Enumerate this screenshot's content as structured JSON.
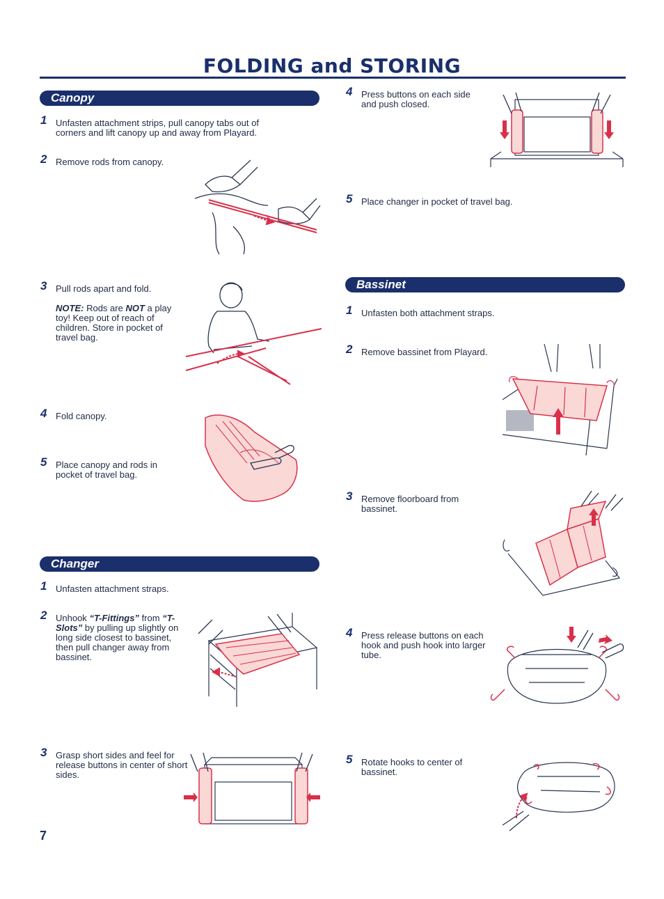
{
  "page": {
    "title": "FOLDING and STORING",
    "page_number": "7"
  },
  "canopy": {
    "heading": "Canopy",
    "steps": [
      {
        "num": "1",
        "text": "Unfasten attachment strips, pull canopy tabs out of corners and lift canopy up and away from Playard."
      },
      {
        "num": "2",
        "text": "Remove rods from canopy."
      },
      {
        "num": "3",
        "text": "Pull rods apart and fold."
      },
      {
        "num": "4",
        "text": "Fold canopy."
      },
      {
        "num": "5",
        "text": "Place canopy and rods in pocket of travel bag."
      }
    ],
    "note": {
      "label": "NOTE:",
      "text_a": "Rods are",
      "emph": "NOT",
      "text_b": "a play toy!  Keep out of reach of children.  Store in pocket of travel bag."
    }
  },
  "changer": {
    "heading": "Changer",
    "steps": [
      {
        "num": "1",
        "text": "Unfasten attachment straps."
      },
      {
        "num": "2",
        "pre": "Unhook",
        "tf": "“T-Fittings”",
        "mid": "from",
        "ts": "“T-Slots”",
        "post": "by pulling up slightly on long side closest to bassinet, then pull changer away from bassinet."
      },
      {
        "num": "3",
        "text": "Grasp short sides and feel for release buttons in center of short sides."
      },
      {
        "num": "4",
        "text": "Press buttons on each side and push closed."
      },
      {
        "num": "5",
        "text": "Place changer in pocket of travel bag."
      }
    ]
  },
  "bassinet": {
    "heading": "Bassinet",
    "steps": [
      {
        "num": "1",
        "text": "Unfasten both attachment straps."
      },
      {
        "num": "2",
        "text": "Remove bassinet from Playard."
      },
      {
        "num": "3",
        "text": "Remove floorboard from bassinet."
      },
      {
        "num": "4",
        "text": "Press release buttons on each hook and push hook into larger tube."
      },
      {
        "num": "5",
        "text": "Rotate hooks to center of bassinet."
      }
    ]
  },
  "colors": {
    "navy": "#1a2f6b",
    "accent_red": "#d9304a",
    "fill_pink": "#f9d8d6"
  }
}
